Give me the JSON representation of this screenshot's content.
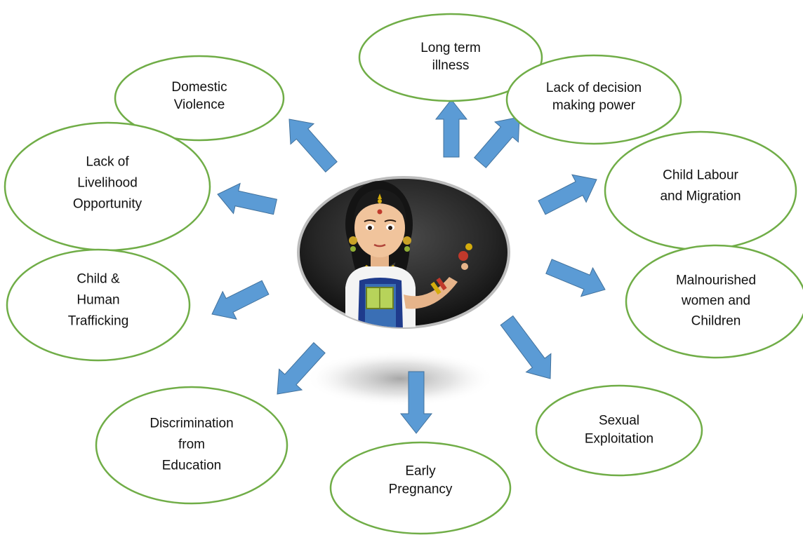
{
  "colors": {
    "ellipse_stroke": "#70ad47",
    "ellipse_fill": "#ffffff",
    "arrow_fill": "#5b9bd5",
    "arrow_stroke": "#41719c",
    "center_disc": "#2b2b2b"
  },
  "center": {
    "icon": "girl-illustration"
  },
  "bubbles": [
    {
      "id": "long-term-illness",
      "lines": [
        "Long term",
        "illness"
      ]
    },
    {
      "id": "domestic-violence",
      "lines": [
        "Domestic",
        "Violence"
      ]
    },
    {
      "id": "lack-of-decision-making-power",
      "lines": [
        "Lack of decision",
        "making power"
      ]
    },
    {
      "id": "lack-of-livelihood-opportunity",
      "lines": [
        "Lack of",
        "Livelihood",
        "Opportunity"
      ]
    },
    {
      "id": "child-labour-and-migration",
      "lines": [
        "Child Labour",
        "and Migration"
      ]
    },
    {
      "id": "child-human-trafficking",
      "lines": [
        "Child &",
        "Human",
        "Trafficking"
      ]
    },
    {
      "id": "malnourished-women-and-children",
      "lines": [
        "Malnourished",
        "women and",
        "Children"
      ]
    },
    {
      "id": "discrimination-from-education",
      "lines": [
        "Discrimination",
        "from",
        "Education"
      ]
    },
    {
      "id": "sexual-exploitation",
      "lines": [
        "Sexual",
        "Exploitation"
      ]
    },
    {
      "id": "early-pregnancy",
      "lines": [
        "Early",
        "Pregnancy"
      ]
    }
  ]
}
